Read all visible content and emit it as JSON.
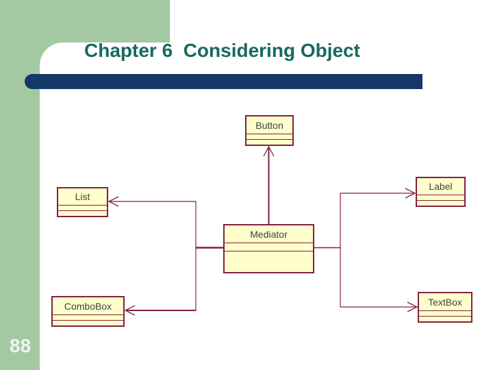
{
  "slide": {
    "title": "Chapter 6  Considering Object",
    "page_number": "88"
  },
  "colors": {
    "sidebar_green": "#a4c9a2",
    "accent_navy": "#13396b",
    "title_teal": "#17695f",
    "class_fill": "#ffffcc",
    "class_border": "#82203f",
    "class_text": "#3c4242"
  },
  "diagram": {
    "type": "uml_class_diagram",
    "pattern": "Mediator",
    "classes": [
      {
        "name": "Button"
      },
      {
        "name": "List"
      },
      {
        "name": "Label"
      },
      {
        "name": "Mediator"
      },
      {
        "name": "ComboBox"
      },
      {
        "name": "TextBox"
      }
    ],
    "relations": [
      {
        "from": "Mediator",
        "to": "Button",
        "arrow": "open"
      },
      {
        "from": "Mediator",
        "to": "List",
        "arrow": "open"
      },
      {
        "from": "Mediator",
        "to": "Label",
        "arrow": "open"
      },
      {
        "from": "Mediator",
        "to": "ComboBox",
        "arrow": "open"
      },
      {
        "from": "Mediator",
        "to": "TextBox",
        "arrow": "open"
      }
    ]
  }
}
